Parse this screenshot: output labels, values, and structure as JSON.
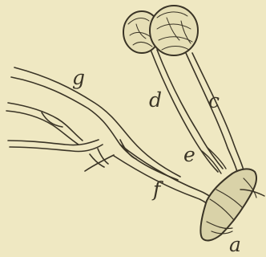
{
  "figure": {
    "labels": {
      "a": "a",
      "c": "c",
      "d": "d",
      "e": "e",
      "f": "f",
      "g": "g"
    },
    "colors": {
      "paper": "#efe8c2",
      "ink": "#3a3426"
    }
  }
}
